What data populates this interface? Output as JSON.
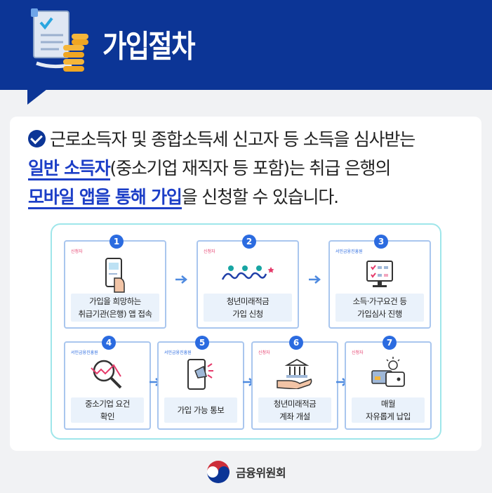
{
  "header": {
    "title": "가입절차"
  },
  "intro": {
    "line1": "근로소득자 및 종합소득세 신고자 등 소득을 심사받는",
    "line2_hl": "일반 소득자",
    "line2_rest": "(중소기업 재직자 등 포함)는 취급 은행의",
    "line3_hl": "모바일 앱을 통해 가입",
    "line3_rest": "을 신청할 수 있습니다."
  },
  "steps": [
    {
      "num": "1",
      "tag": "신청자",
      "label_line1": "가입을 희망하는",
      "label_line2": "취급기관(은행) 앱 접속"
    },
    {
      "num": "2",
      "tag": "신청자",
      "label_line1": "청년미래적금",
      "label_line2": "가입 신청"
    },
    {
      "num": "3",
      "tag": "서민금융진흥원",
      "label_line1": "소득·가구요건 등",
      "label_line2": "가입심사 진행"
    },
    {
      "num": "4",
      "tag": "서민금융진흥원",
      "label_line1": "중소기업 요건",
      "label_line2": "확인"
    },
    {
      "num": "5",
      "tag": "서민금융진흥원",
      "label_line1": "가입 가능 통보",
      "label_line2": ""
    },
    {
      "num": "6",
      "tag": "신청자",
      "label_line1": "청년미래적금",
      "label_line2": "계좌 개설"
    },
    {
      "num": "7",
      "tag": "신청자",
      "label_line1": "매월",
      "label_line2": "자유롭게 납입"
    }
  ],
  "footer": {
    "org": "금융위원회"
  },
  "colors": {
    "header": "#0c3596",
    "accent": "#1d3fc7",
    "step_number": "#2b6be0",
    "applicant_tag": "#e53a6a",
    "flow_border": "#9fe6ea"
  }
}
